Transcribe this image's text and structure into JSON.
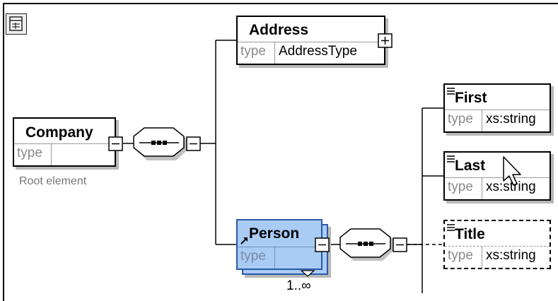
{
  "elements": {
    "company": {
      "name": "Company",
      "type_label": "type",
      "type_value": "",
      "annotation": "Root element"
    },
    "address": {
      "name": "Address",
      "type_label": "type",
      "type_value": "AddressType"
    },
    "person": {
      "name": "Person",
      "type_label": "type",
      "type_value": "",
      "cardinality": "1..∞"
    },
    "first": {
      "name": "First",
      "type_label": "type",
      "type_value": "xs:string"
    },
    "last": {
      "name": "Last",
      "type_label": "type",
      "type_value": "xs:string"
    },
    "title": {
      "name": "Title",
      "type_label": "type",
      "type_value": "xs:string"
    }
  },
  "icons": [
    "diagram-toolbar-icon",
    "sequence-compositor-icon",
    "collapse-icon",
    "expand-icon",
    "reference-arrow-icon",
    "text-lines-icon",
    "mouse-pointer-icon"
  ],
  "colors": {
    "selected_fill": "#a9ccf5",
    "selected_border": "#2a5aa8",
    "line": "#000000"
  }
}
